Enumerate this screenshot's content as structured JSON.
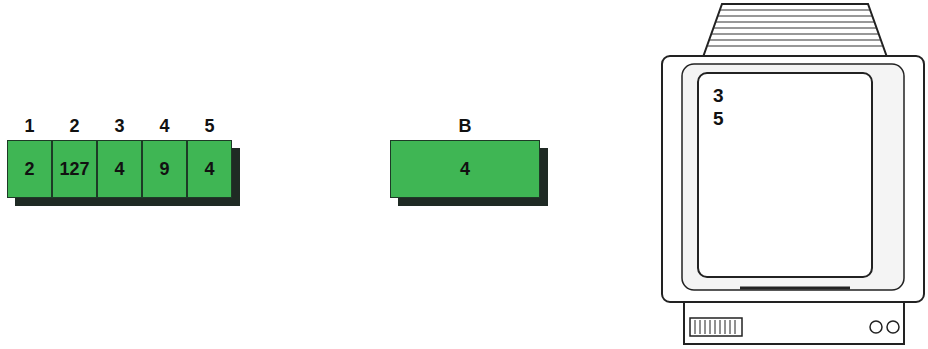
{
  "diagram": {
    "nodes": [
      {
        "text": [
          "1",
          "2"
        ]
      },
      {
        "text": [
          "2",
          "127"
        ]
      },
      {
        "text": [
          "3",
          "4"
        ]
      },
      {
        "text": [
          "4",
          "9"
        ]
      },
      {
        "text": [
          "5",
          "4"
        ]
      },
      {
        "text": [
          "B",
          "4"
        ]
      },
      {
        "text": [
          "3",
          "5"
        ]
      }
    ]
  }
}
